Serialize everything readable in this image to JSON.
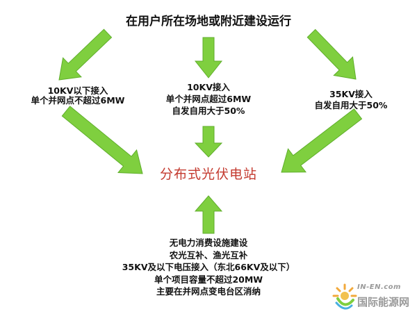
{
  "diagram": {
    "top_text": "在用户所在场地或附近建设运行",
    "center_text": "分布式光伏电站",
    "left_block": [
      "10KV以下接入",
      "单个并网点不超过6MW"
    ],
    "middle_block": [
      "10KV接入",
      "单个并网点超过6MW",
      "自发自用大于50%"
    ],
    "right_block": [
      "35KV接入",
      "自发自用大于50%"
    ],
    "bottom_block": [
      "无电力消费设施建设",
      "农光互补、渔光互补",
      "35KV及以下电压接入（东北66KV及以下）",
      "单个项目容量不超过20MW",
      "主要在并网点变电台区消纳"
    ],
    "arrow_color": "#7fcf3f",
    "arrow_outline": "#5fae2b",
    "center_color": "#c43a2f"
  },
  "watermark": {
    "top_text": "IN-EN.com",
    "main_text": "国际能源网"
  }
}
